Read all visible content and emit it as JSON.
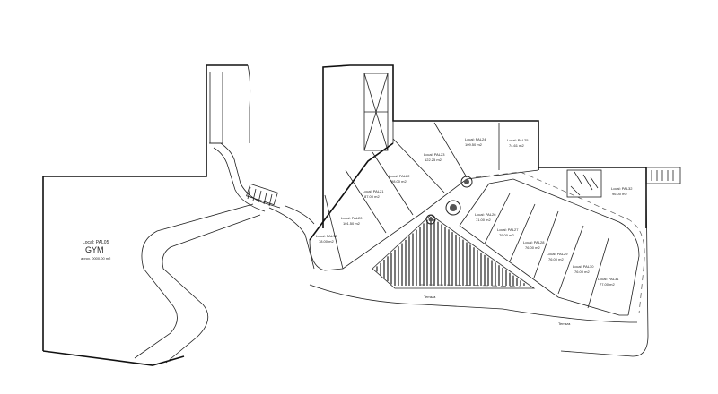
{
  "plan": {
    "units": [
      {
        "id": "gym",
        "lines": [
          "Local: PAL05",
          "GYM",
          "aprox. 0000.00 m2"
        ]
      },
      {
        "id": "pal18",
        "lines": [
          "Local: PAL18",
          "78.00 m2"
        ]
      },
      {
        "id": "pal20",
        "lines": [
          "Local: PAL20",
          "101.50 m2"
        ]
      },
      {
        "id": "pal21",
        "lines": [
          "Local: PAL21",
          "87.00 m2"
        ]
      },
      {
        "id": "pal22",
        "lines": [
          "Local: PAL22",
          "98.00 m2"
        ]
      },
      {
        "id": "pal23",
        "lines": [
          "Local: PAL23",
          "122.25 m2"
        ]
      },
      {
        "id": "pal24",
        "lines": [
          "Local: PAL24",
          "109.50 m2"
        ]
      },
      {
        "id": "pal25",
        "lines": [
          "Local: PAL25",
          "74.61 m2"
        ]
      },
      {
        "id": "pal26",
        "lines": [
          "Local: PAL26",
          "71.00 m2"
        ]
      },
      {
        "id": "pal27",
        "lines": [
          "Local: PAL27",
          "79.00 m2"
        ]
      },
      {
        "id": "pal28",
        "lines": [
          "Local: PAL28",
          "76.00 m2"
        ]
      },
      {
        "id": "pal29",
        "lines": [
          "Local: PAL29",
          "76.00 m2"
        ]
      },
      {
        "id": "pal30",
        "lines": [
          "Local: PAL30",
          "76.00 m2"
        ]
      },
      {
        "id": "pal31",
        "lines": [
          "Local: PAL31",
          "77.00 m2"
        ]
      },
      {
        "id": "pal32",
        "lines": [
          "Local: PAL32",
          "96.00 m2"
        ]
      }
    ],
    "terrace_labels": [
      "Terraza",
      "Terraza"
    ]
  }
}
